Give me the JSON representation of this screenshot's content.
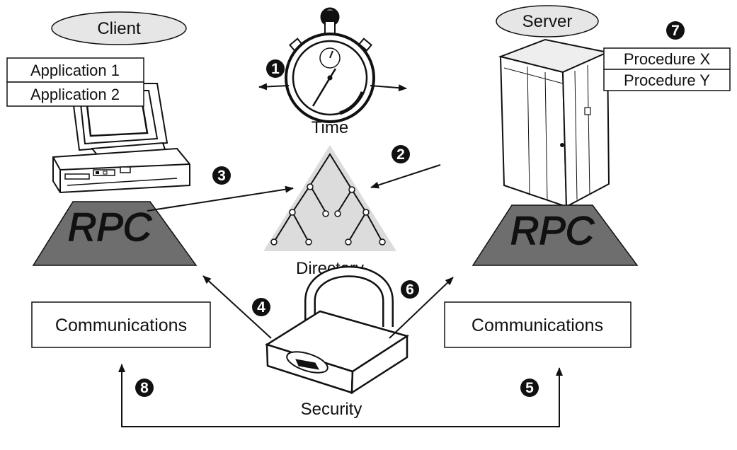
{
  "labels": {
    "client": "Client",
    "server": "Server",
    "time": "Time",
    "directory": "Directory",
    "security": "Security"
  },
  "client_apps": [
    "Application 1",
    "Application 2"
  ],
  "server_procedures": [
    "Procedure X",
    "Procedure Y"
  ],
  "communications": {
    "left": "Communications",
    "right": "Communications"
  },
  "rpc_logo_text": "RPC",
  "step_numbers": [
    "1",
    "2",
    "3",
    "4",
    "5",
    "6",
    "7",
    "8"
  ],
  "colors": {
    "rpc_plane": "#6e6e6e",
    "directory_triangle": "#dcdcdc",
    "ink": "#111111",
    "ellipse_fill": "#e6e6e6"
  },
  "icons": [
    "stopwatch-icon",
    "computer-icon",
    "server-tower-icon",
    "padlock-icon",
    "tree-icon"
  ]
}
